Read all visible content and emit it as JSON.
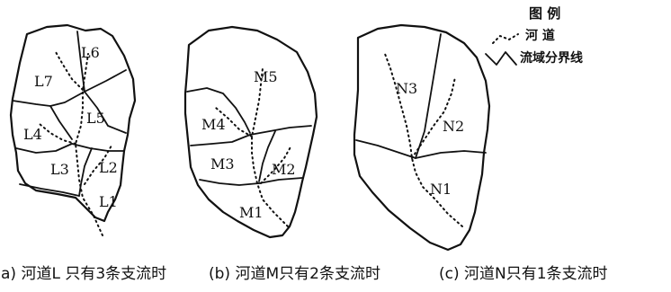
{
  "legend": {
    "title": "图 例",
    "river": "河 道",
    "divide": "流域分界线"
  },
  "panels": {
    "a": {
      "caption": "a) 河道L 只有3条支流时",
      "labels": [
        "L6",
        "L7",
        "L5",
        "L4",
        "L3",
        "L2",
        "L1"
      ]
    },
    "b": {
      "caption": "(b) 河道M只有2条支流时",
      "labels": [
        "M5",
        "M4",
        "M3",
        "M2",
        "M1"
      ]
    },
    "c": {
      "caption": "(c) 河道N只有1条支流时",
      "labels": [
        "N3",
        "N2",
        "N1"
      ]
    }
  }
}
